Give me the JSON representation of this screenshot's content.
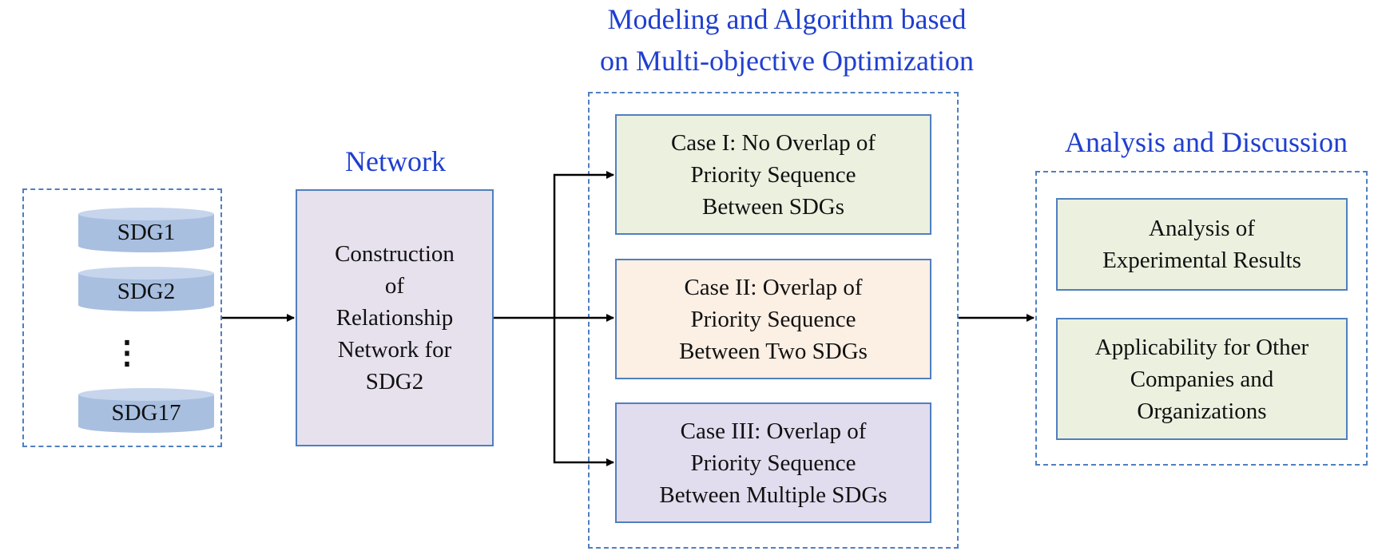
{
  "headings": {
    "network": "Network",
    "modeling_line1": "Modeling and Algorithm based",
    "modeling_line2": "on Multi-objective Optimization",
    "analysis": "Analysis and Discussion"
  },
  "sdg_list": {
    "items": [
      "SDG1",
      "SDG2",
      "SDG17"
    ],
    "ellipsis": "⋮"
  },
  "network_box": {
    "lines": [
      "Construction",
      "of",
      "Relationship",
      "Network for",
      "SDG2"
    ]
  },
  "cases": [
    {
      "lines": [
        "Case I: No Overlap of",
        "Priority Sequence",
        "Between SDGs"
      ],
      "color": "#ebf0df"
    },
    {
      "lines": [
        "Case II: Overlap of",
        "Priority Sequence",
        "Between Two SDGs"
      ],
      "color": "#fcefe3"
    },
    {
      "lines": [
        "Case III: Overlap of",
        "Priority Sequence",
        "Between Multiple SDGs"
      ],
      "color": "#e1dcee"
    }
  ],
  "analysis_boxes": [
    {
      "lines": [
        "Analysis of",
        "Experimental Results"
      ],
      "color": "#ebf0df"
    },
    {
      "lines": [
        "Applicability for Other",
        "Companies and",
        "Organizations"
      ],
      "color": "#ebf0df"
    }
  ],
  "colors": {
    "heading": "#1f3fcf",
    "border": "#4f7fc0",
    "network_fill": "#e6e1ed",
    "cylinder": "#a8bfe0",
    "arrow": "#000000"
  }
}
